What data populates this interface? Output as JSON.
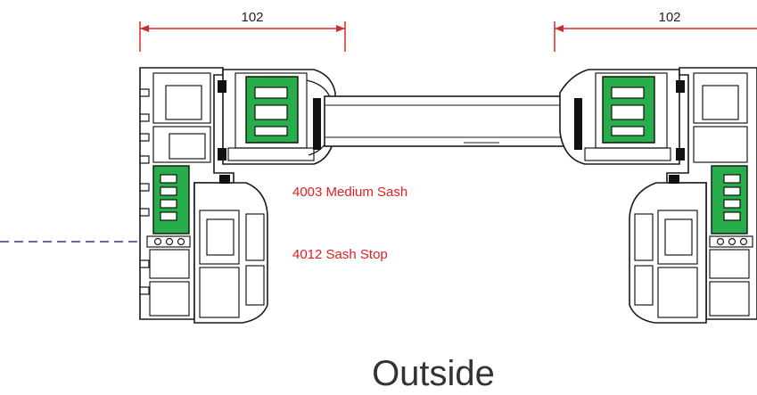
{
  "dimensions": {
    "left_label": "102",
    "right_label": "102"
  },
  "callouts": {
    "medium_sash": "4003 Medium Sash",
    "sash_stop": "4012 Sash Stop"
  },
  "footer": {
    "label": "Outside"
  },
  "colors": {
    "dimension_line": "#d62b2b",
    "callout_text": "#e02020",
    "reinforcement": "#27ae4a",
    "guide_line": "#2b3f7a",
    "outline": "#1a1a1a"
  }
}
